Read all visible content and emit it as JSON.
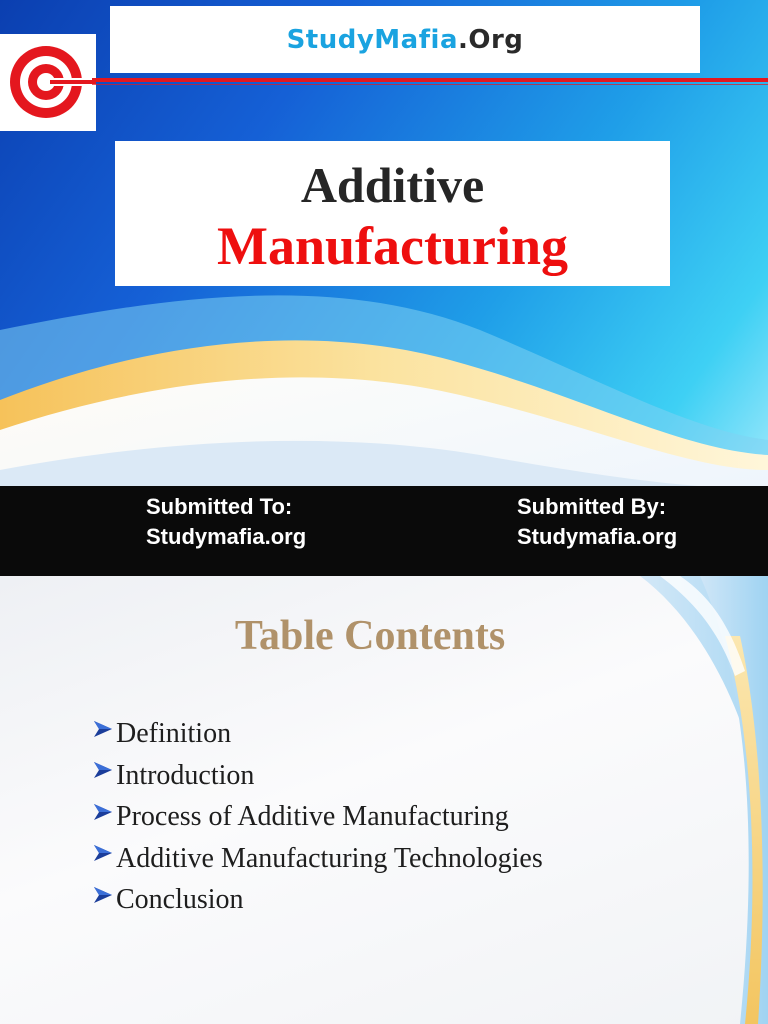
{
  "header": {
    "site_name_part1": "StudyMafia",
    "site_name_part2": ".Org"
  },
  "title": {
    "line1": "Additive",
    "line2": "Manufacturing"
  },
  "submission": {
    "to_label": "Submitted To:",
    "to_value": "Studymafia.org",
    "by_label": "Submitted By:",
    "by_value": "Studymafia.org"
  },
  "toc": {
    "title": "Table Contents",
    "items": [
      "Definition",
      "Introduction",
      "Process of Additive Manufacturing",
      "Additive Manufacturing Technologies",
      "Conclusion"
    ]
  },
  "colors": {
    "brand_blue": "#1aa3e0",
    "accent_red": "#ee0f0f",
    "toc_title": "#b0926a",
    "band_black": "#0a0a0a"
  },
  "icons": {
    "logo": "studymafia-logo-icon",
    "bullet": "arrow-bullet-icon"
  }
}
